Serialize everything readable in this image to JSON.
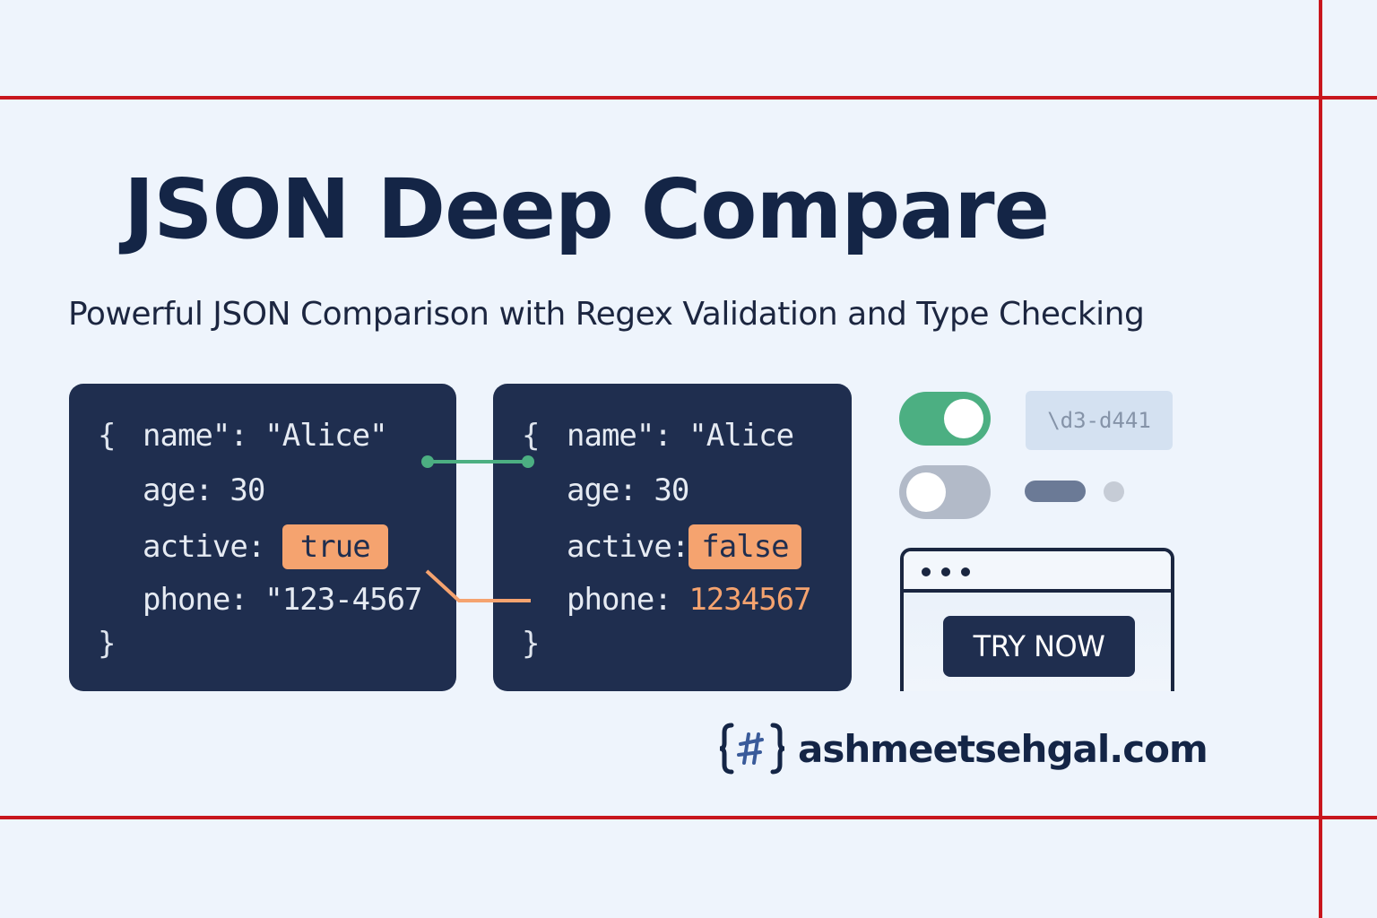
{
  "title": "JSON Deep Compare",
  "subtitle": "Powerful JSON Comparison with Regex Validation and Type Checking",
  "left_panel": {
    "open_brace": "{",
    "close_brace": "}",
    "line1": "name\": \"Alice\"",
    "line2": "age: 30",
    "line3_key": "active:",
    "line3_value": "true",
    "line4": "phone: \"123-4567"
  },
  "right_panel": {
    "open_brace": "{",
    "close_brace": "}",
    "line1": "name\": \"Alice",
    "line2": "age: 30",
    "line3_key": "active:",
    "line3_value": "false",
    "line4_key": "phone:",
    "line4_value": "1234567"
  },
  "controls": {
    "toggle_on": true,
    "toggle_off": false,
    "regex_pattern": "\\d3-d441"
  },
  "browser": {
    "button_label": "TRY NOW"
  },
  "brand": {
    "name": "ashmeetsehgal.com",
    "logo_icon": "braces-hash-icon"
  },
  "colors": {
    "background": "#eef4fc",
    "guide_lines": "#c8161d",
    "panel": "#1f2e4f",
    "highlight": "#f5a36f",
    "match_link": "#4caf82",
    "title_text": "#142546"
  }
}
